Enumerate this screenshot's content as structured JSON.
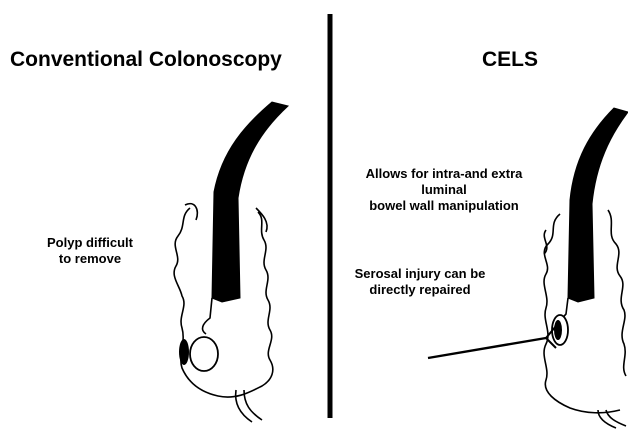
{
  "titles": {
    "left": "Conventional Colonoscopy",
    "right": "CELS"
  },
  "labels": {
    "polyp": [
      "Polyp difficult",
      "to remove"
    ],
    "allows": [
      "Allows for intra-and extra",
      "luminal",
      "bowel wall manipulation"
    ],
    "serosal": [
      "Serosal injury can be",
      "directly repaired"
    ]
  },
  "colors": {
    "ink": "#000000",
    "background": "#ffffff"
  }
}
